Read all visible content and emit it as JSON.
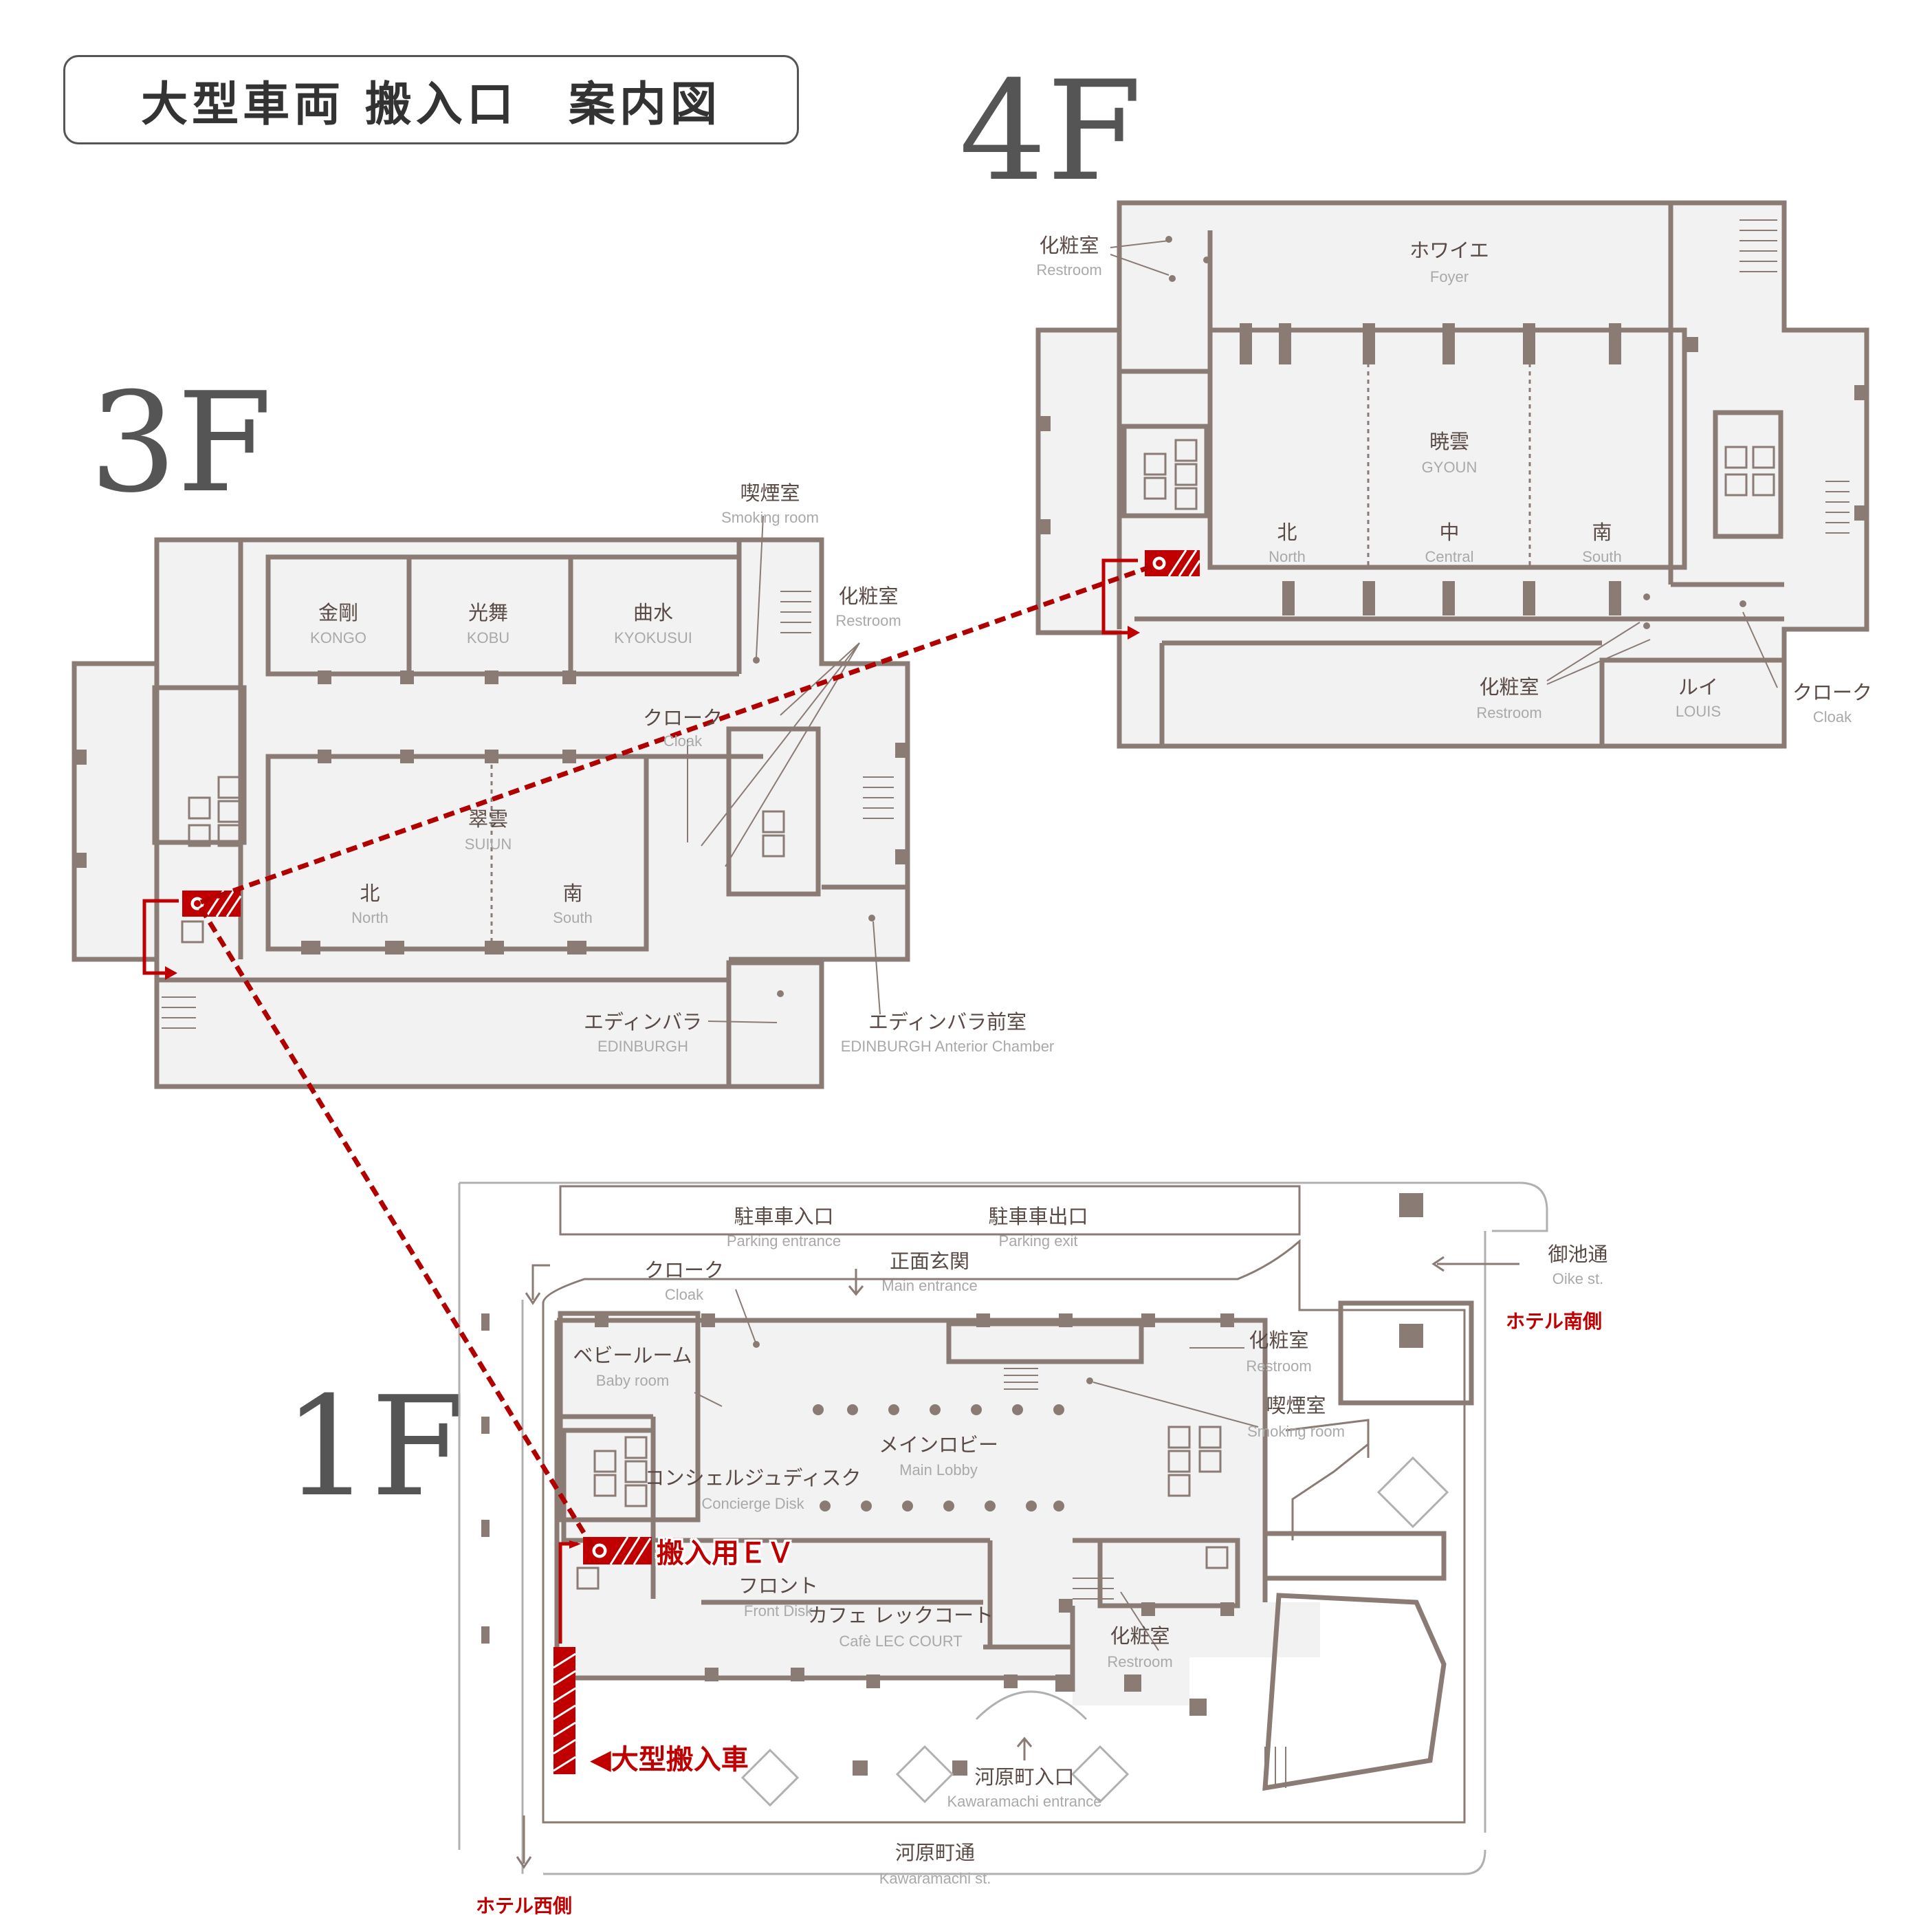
{
  "title": "大型車両 搬入口　案内図",
  "colors": {
    "accent_red": "#c00000",
    "wall": "#8a7b75",
    "floor": "#f2f2f2",
    "title_gray": "#555555"
  },
  "floors": {
    "f4": {
      "title": "4F",
      "rooms": {
        "restroom_tl_jp": "化粧室",
        "restroom_tl_en": "Restroom",
        "foyer_jp": "ホワイエ",
        "foyer_en": "Foyer",
        "gyoun_jp": "暁雲",
        "gyoun_en": "GYOUN",
        "north_jp": "北",
        "north_en": "North",
        "central_jp": "中",
        "central_en": "Central",
        "south_jp": "南",
        "south_en": "South",
        "restroom_b_jp": "化粧室",
        "restroom_b_en": "Restroom",
        "louis_jp": "ルイ",
        "louis_en": "LOUIS",
        "cloak_jp": "クローク",
        "cloak_en": "Cloak"
      }
    },
    "f3": {
      "title": "3F",
      "rooms": {
        "smoking_jp": "喫煙室",
        "smoking_en": "Smoking room",
        "restroom_jp": "化粧室",
        "restroom_en": "Restroom",
        "kongo_jp": "金剛",
        "kongo_en": "KONGO",
        "kobu_jp": "光舞",
        "kobu_en": "KOBU",
        "kyokusui_jp": "曲水",
        "kyokusui_en": "KYOKUSUI",
        "cloak_jp": "クローク",
        "cloak_en": "Cloak",
        "suiun_jp": "翠雲",
        "suiun_en": "SUIUN",
        "north_jp": "北",
        "north_en": "North",
        "south_jp": "南",
        "south_en": "South",
        "edinburgh_jp": "エディンバラ",
        "edinburgh_en": "EDINBURGH",
        "edinburgh_ante_jp": "エディンバラ前室",
        "edinburgh_ante_en": "EDINBURGH Anterior Chamber"
      }
    },
    "f1": {
      "title": "1F",
      "rooms": {
        "parking_entrance_jp": "駐車車入口",
        "parking_entrance_en": "Parking entrance",
        "parking_exit_jp": "駐車車出口",
        "parking_exit_en": "Parking exit",
        "oike_jp": "御池通",
        "oike_en": "Oike st.",
        "hotel_south": "ホテル南側",
        "cloak_jp": "クローク",
        "cloak_en": "Cloak",
        "main_entrance_jp": "正面玄関",
        "main_entrance_en": "Main entrance",
        "baby_jp": "ベビールーム",
        "baby_en": "Baby room",
        "restroom_jp": "化粧室",
        "restroom_en": "Restroom",
        "smoking_jp": "喫煙室",
        "smoking_en": "Smoking room",
        "lobby_jp": "メインロビー",
        "lobby_en": "Main Lobby",
        "concierge_jp": "コンシェルジュディスク",
        "concierge_en": "Concierge Disk",
        "ev_callout": "搬入用ＥＶ",
        "front_jp": "フロント",
        "front_en": "Front Disk",
        "cafe_jp": "カフェ レックコート",
        "cafe_en": "Cafè LEC COURT",
        "restroom2_jp": "化粧室",
        "restroom2_en": "Restroom",
        "truck_callout": "◀大型搬入車",
        "kawaramachi_entrance_jp": "河原町入口",
        "kawaramachi_entrance_en": "Kawaramachi entrance",
        "kawaramachi_st_jp": "河原町通",
        "kawaramachi_st_en": "Kawaramachi st.",
        "hotel_west": "ホテル西側"
      }
    }
  }
}
